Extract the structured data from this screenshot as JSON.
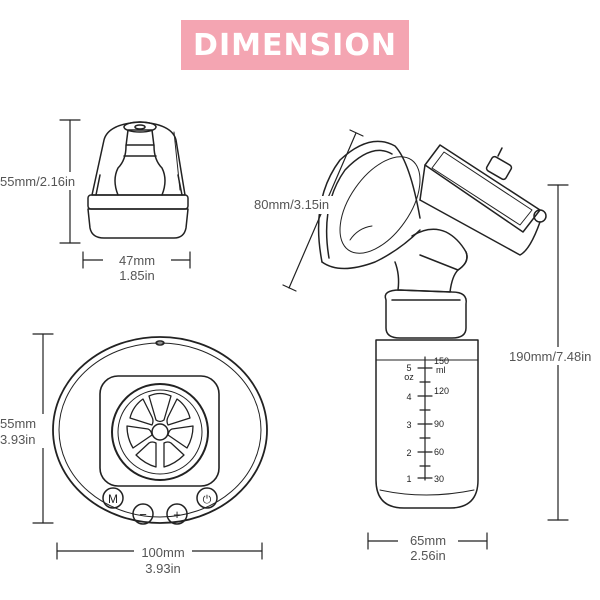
{
  "title": "DIMENSION",
  "accent_color": "#f4a5b2",
  "line_color": "#222222",
  "cap": {
    "height_label": "55mm/2.16in",
    "width_mm": "47mm",
    "width_in": "1.85in"
  },
  "funnel": {
    "diameter_label": "80mm/3.15in"
  },
  "bottle": {
    "height_label": "190mm/7.48in",
    "width_mm": "65mm",
    "width_in": "2.56in",
    "scale": {
      "oz_ticks": [
        "5",
        "4",
        "3",
        "2",
        "1"
      ],
      "oz_unit": "oz",
      "ml_ticks": [
        "150",
        "120",
        "90",
        "60",
        "30"
      ],
      "ml_unit": "ml"
    }
  },
  "motor": {
    "height_mm": "55mm",
    "height_in": "3.93in",
    "width_mm": "100mm",
    "width_in": "3.93in",
    "buttons": [
      {
        "symbol": "M",
        "icon": "mode-button"
      },
      {
        "symbol": "−",
        "icon": "minus-button"
      },
      {
        "symbol": "+",
        "icon": "plus-button"
      },
      {
        "symbol": "⏻",
        "icon": "power-button"
      }
    ]
  }
}
